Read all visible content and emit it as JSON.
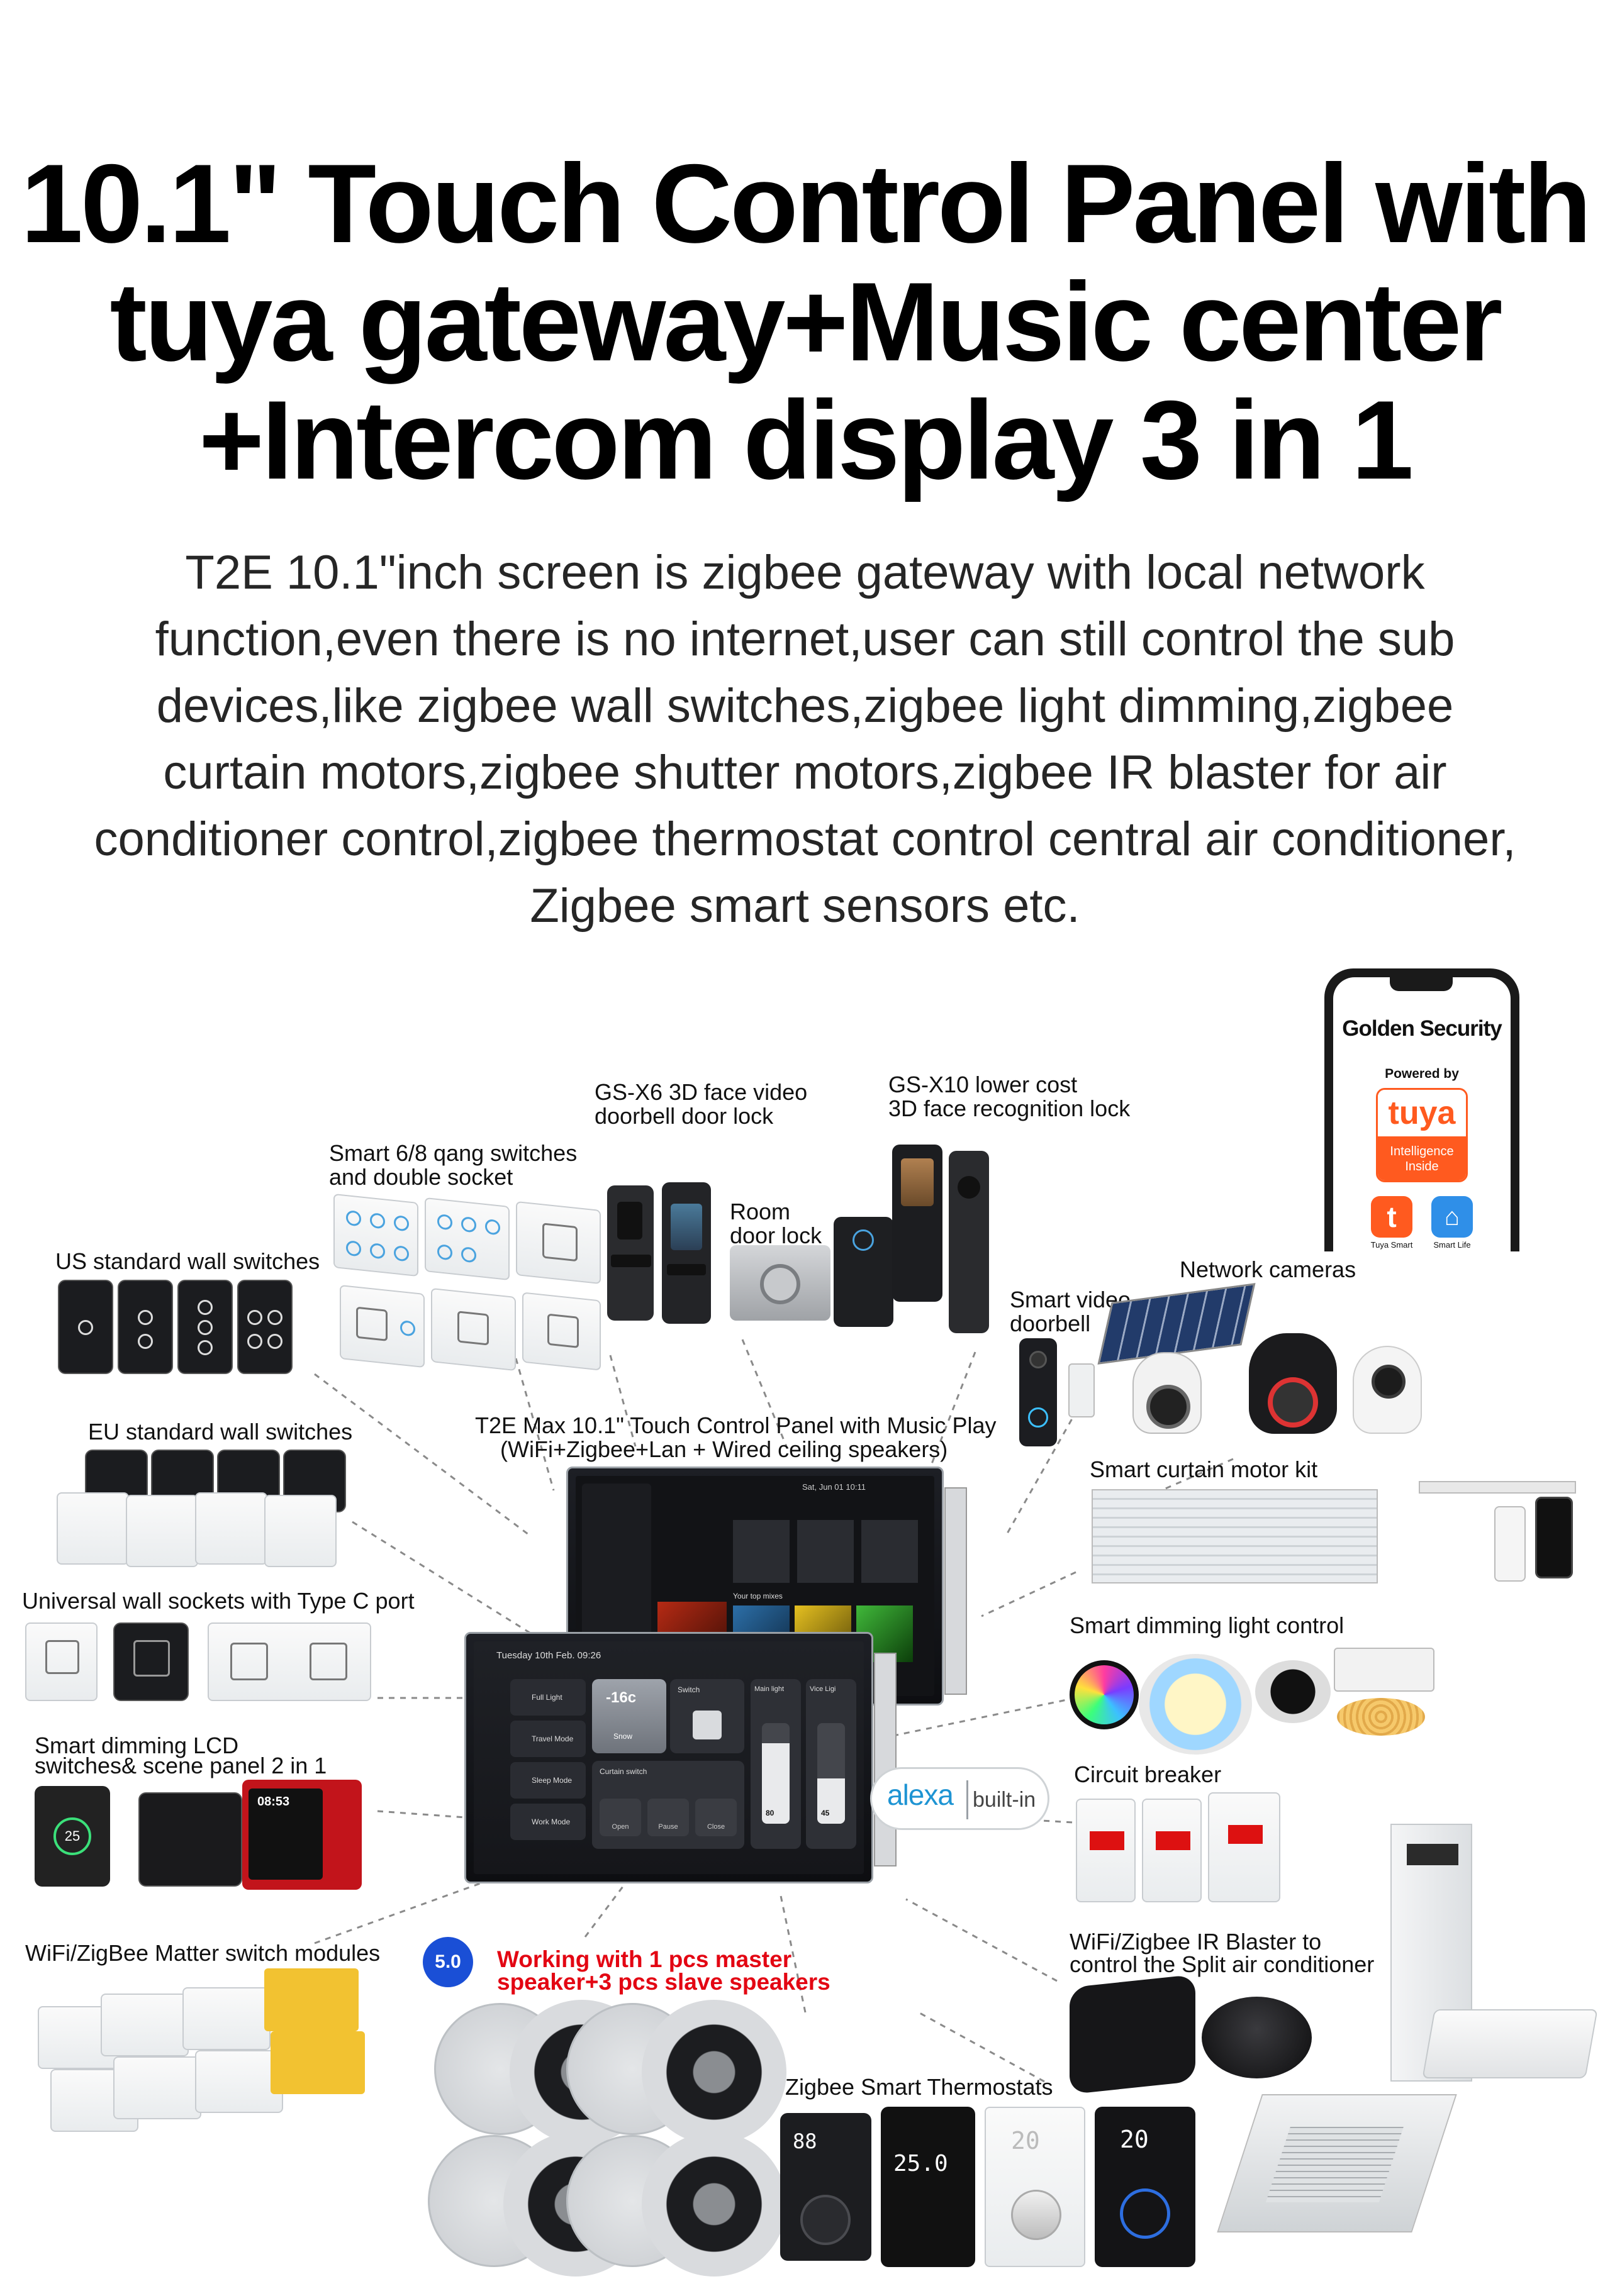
{
  "headline": {
    "line1": "10.1\" Touch Control Panel with",
    "line2": "tuya gateway+Music center",
    "line3": "+Intercom display 3 in 1"
  },
  "description": {
    "line1": "T2E 10.1\"inch screen is zigbee gateway with local network",
    "line2": "function,even there is no internet,user can still control the sub",
    "line3": "devices,like zigbee wall switches,zigbee light dimming,zigbee",
    "line4": "curtain motors,zigbee shutter motors,zigbee IR blaster for air",
    "line5": "conditioner control,zigbee thermostat control central air conditioner,",
    "line6": "Zigbee smart sensors etc."
  },
  "phone": {
    "app_name": "Golden Security",
    "powered_by": "Powered by",
    "brand": "tuya",
    "brand_sub1": "Intelligence",
    "brand_sub2": "Inside",
    "app1": "Tuya Smart",
    "app2": "Smart Life"
  },
  "labels": {
    "gsx6_1": "GS-X6 3D face video",
    "gsx6_2": "doorbell door lock",
    "gsx10_1": "GS-X10 lower cost",
    "gsx10_2": "3D face recognition lock",
    "smart68_1": "Smart 6/8 qang switches",
    "smart68_2": "and double socket",
    "room_1": "Room",
    "room_2": "door lock",
    "us": "US standard wall switches",
    "cams": "Network cameras",
    "doorbell_1": "Smart video",
    "doorbell_2": "doorbell",
    "eu": "EU standard wall switches",
    "center_1": "T2E Max 10.1\" Touch Control Panel with Music Play",
    "center_2": "(WiFi+Zigbee+Lan + Wired ceiling speakers)",
    "curtain": "Smart curtain motor kit",
    "sockets": "Universal wall sockets with Type C port",
    "dimming": "Smart dimming light control",
    "lcd_1": "Smart dimming LCD",
    "lcd_2": "switches& scene panel 2 in  1",
    "alexa_word": "alexa",
    "alexa_built": "built-in",
    "breaker": "Circuit breaker",
    "modules": "WiFi/ZigBee Matter switch modules",
    "bt": "5.0",
    "speakers_1": "Working with 1 pcs master",
    "speakers_2": "speaker+3 pcs slave speakers",
    "ir_1": "WiFi/Zigbee IR Blaster to",
    "ir_2": "control the Split air conditioner",
    "thermo": "Zigbee Smart Thermostats"
  },
  "screen": {
    "date": "Tuesday 10th Feb. 09:26",
    "scenes": [
      "Full Light",
      "Travel Mode",
      "Sleep Mode",
      "Work Mode"
    ],
    "ac_temp": "-16c",
    "ac_mode": "Snow",
    "switch_title": "Switch",
    "main_light": "Main light",
    "vice_light": "Vice Ligi",
    "main_pct": "80",
    "vice_pct": "45",
    "curtain_title": "Curtain switch",
    "curtain_btns": [
      "Open",
      "Pause",
      "Close"
    ],
    "music_header": "Your top mixes",
    "music_time": "Sat, Jun 01  10:11",
    "lcd_temp": "25",
    "lcd_time": "08:53",
    "thermo_vals": [
      "88",
      "25.0",
      "20",
      "20"
    ]
  },
  "colors": {
    "headline": "#000000",
    "description": "#262626",
    "accent_red": "#e30613",
    "bluetooth": "#1a4fd6",
    "tuya_orange": "#ff5a1f",
    "switch_led": "#4aa3df"
  }
}
